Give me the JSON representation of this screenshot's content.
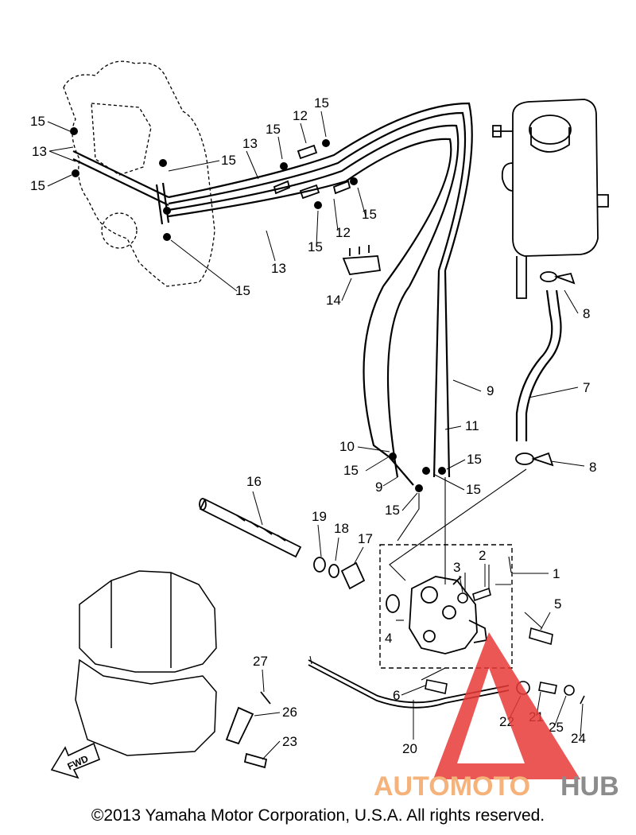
{
  "callouts": {
    "c1": "1",
    "c2": "2",
    "c3": "3",
    "c4": "4",
    "c5": "5",
    "c6": "6",
    "c7": "7",
    "c8a": "8",
    "c8b": "8",
    "c9a": "9",
    "c9b": "9",
    "c10": "10",
    "c11": "11",
    "c12a": "12",
    "c12b": "12",
    "c13a": "13",
    "c13b": "13",
    "c13c": "13",
    "c14": "14",
    "c15a": "15",
    "c15b": "15",
    "c15c": "15",
    "c15d": "15",
    "c15e": "15",
    "c15f": "15",
    "c15g": "15",
    "c15h": "15",
    "c15i": "15",
    "c15j": "15",
    "c15k": "15",
    "c15l": "15",
    "c16": "16",
    "c17": "17",
    "c18": "18",
    "c19": "19",
    "c20": "20",
    "c21": "21",
    "c22": "22",
    "c23": "23",
    "c24": "24",
    "c25": "25",
    "c26": "26",
    "c27": "27"
  },
  "fwd_label": "FWD",
  "watermark": {
    "part1": "AUTOMOTO",
    "part2": "HUB",
    "color1": "#f5b27a",
    "color2": "#8c8c8c",
    "triangle": "#e83a36"
  },
  "copyright": "©2013 Yamaha Motor Corporation, U.S.A. All rights reserved."
}
